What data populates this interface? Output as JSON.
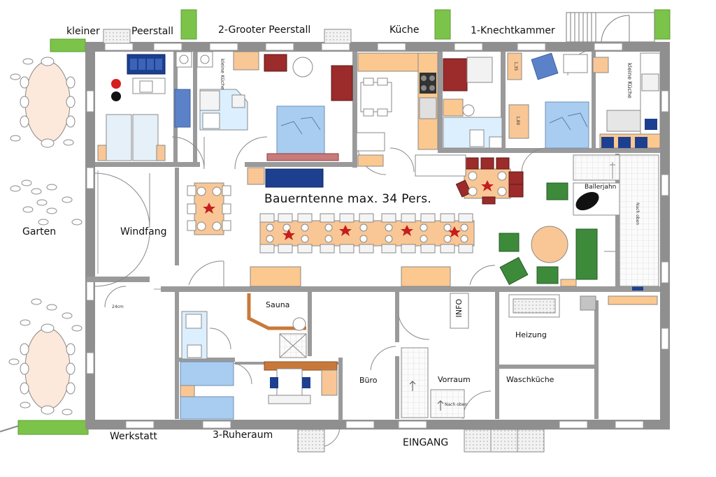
{
  "rooms": {
    "kleiner": "kleiner",
    "peerstall": "Peerstall",
    "grooter_peerstall": "2-Grooter Peerstall",
    "kueche": "Küche",
    "knechtkammer": "1-Knechtkammer",
    "kleine_kueche_1": "kleine Küche",
    "kleine_kueche_2": "kleine Küche",
    "bauerntenne": "Bauerntenne  max. 34 Pers.",
    "garten": "Garten",
    "windfang": "Windfang",
    "ballerjahn": "Ballerjahn",
    "sauna": "Sauna",
    "info": "INFO",
    "heizung": "Heizung",
    "buero": "Büro",
    "vorraum": "Vorraum",
    "waschkueche": "Waschküche",
    "werkstatt": "Werkstatt",
    "ruheraum": "3-Ruheraum",
    "eingang": "EINGANG"
  },
  "small_notes": {
    "stair_up": "Nach oben",
    "stair_up_2": "Nach oben",
    "dim": "24cm",
    "ofen": "1,35",
    "ofen2": "1,80"
  },
  "colors": {
    "wall": "#8f8f8f",
    "table": "#f9c795",
    "cabinet": "#fbc88f",
    "chair_red": "#9c2b2b",
    "chair_green": "#3d8a3b",
    "bed": "#a9cdf0",
    "navy": "#1d3f8f",
    "hedge": "#7cc34a",
    "round_table": "#f9c795",
    "outdoor_table": "#fde8dc"
  }
}
